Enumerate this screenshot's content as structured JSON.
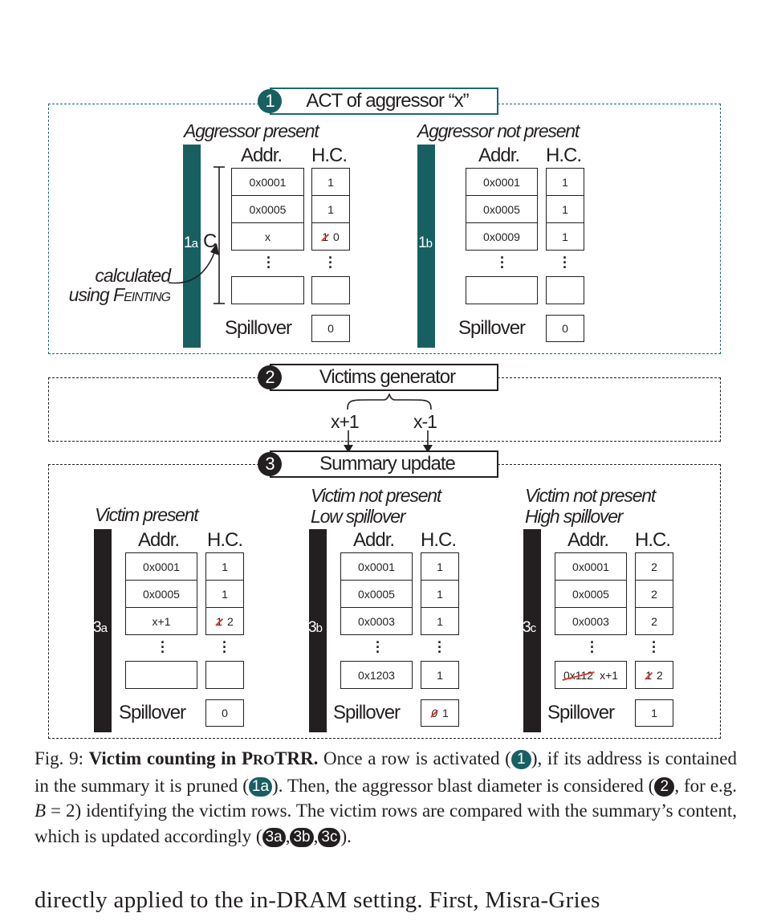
{
  "figure": {
    "stage1": {
      "badge": "1",
      "title": "ACT of aggressor “x”",
      "cases": [
        {
          "id": "1a",
          "id_num": "1",
          "id_sub": "a",
          "title": "Aggressor present",
          "addr_header": "Addr.",
          "hc_header": "H.C.",
          "rows": [
            {
              "addr": "0x0001",
              "hc": "1"
            },
            {
              "addr": "0x0005",
              "hc": "1"
            },
            {
              "addr": "x",
              "hc_old": "1",
              "hc": "0"
            }
          ],
          "last_row": {
            "addr": "",
            "hc": ""
          },
          "spillover_label": "Spillover",
          "spillover": "0",
          "capacity_label": "C",
          "annotation_line1": "calculated",
          "annotation_line2_prefix": "using F",
          "annotation_line2_smallcaps": "EINTING"
        },
        {
          "id": "1b",
          "id_num": "1",
          "id_sub": "b",
          "title": "Aggressor not present",
          "addr_header": "Addr.",
          "hc_header": "H.C.",
          "rows": [
            {
              "addr": "0x0001",
              "hc": "1"
            },
            {
              "addr": "0x0005",
              "hc": "1"
            },
            {
              "addr": "0x0009",
              "hc": "1"
            }
          ],
          "last_row": {
            "addr": "",
            "hc": ""
          },
          "spillover_label": "Spillover",
          "spillover": "0"
        }
      ]
    },
    "stage2": {
      "badge": "2",
      "title": "Victims generator",
      "victims": [
        "x+1",
        "x-1"
      ]
    },
    "stage3": {
      "badge": "3",
      "title": "Summary update",
      "cases": [
        {
          "id_num": "3",
          "id_sub": "a",
          "title_line1": "Victim present",
          "title_line2": "",
          "addr_header": "Addr.",
          "hc_header": "H.C.",
          "rows": [
            {
              "addr": "0x0001",
              "hc": "1"
            },
            {
              "addr": "0x0005",
              "hc": "1"
            },
            {
              "addr": "x+1",
              "hc_old": "1",
              "hc": "2"
            }
          ],
          "last_row": {
            "addr": "",
            "hc": ""
          },
          "spillover_label": "Spillover",
          "spillover": "0"
        },
        {
          "id_num": "3",
          "id_sub": "b",
          "title_line1": "Victim not present",
          "title_line2": "Low spillover",
          "addr_header": "Addr.",
          "hc_header": "H.C.",
          "rows": [
            {
              "addr": "0x0001",
              "hc": "1"
            },
            {
              "addr": "0x0005",
              "hc": "1"
            },
            {
              "addr": "0x0003",
              "hc": "1"
            }
          ],
          "last_row": {
            "addr": "0x1203",
            "hc": "1"
          },
          "spillover_label": "Spillover",
          "spillover_old": "0",
          "spillover": "1"
        },
        {
          "id_num": "3",
          "id_sub": "c",
          "title_line1": "Victim not present",
          "title_line2": "High spillover",
          "addr_header": "Addr.",
          "hc_header": "H.C.",
          "rows": [
            {
              "addr": "0x0001",
              "hc": "2"
            },
            {
              "addr": "0x0005",
              "hc": "2"
            },
            {
              "addr": "0x0003",
              "hc": "2"
            }
          ],
          "last_row": {
            "addr_old": "0x112",
            "addr": "x+1",
            "hc_old": "1",
            "hc": "2"
          },
          "spillover_label": "Spillover",
          "spillover": "1"
        }
      ]
    }
  },
  "caption": {
    "fig_label": "Fig. 9:",
    "bold_title_a": "Victim counting in P",
    "bold_title_smallcaps": "RO",
    "bold_title_b": "TRR.",
    "s1": "Once a row is activated (",
    "b1": "1",
    "s2": "), if its address is contained in the summary it is pruned (",
    "b1a": "1a",
    "s3": "). Then, the aggressor blast diameter is considered (",
    "b2": "2",
    "s4": ", for e.g. ",
    "var_b": "B",
    "s5": " = 2) identifying the victim rows. The victim rows are compared with the summary’s content, which is updated accordingly (",
    "b3a": "3a",
    "comma1": ",",
    "b3b": "3b",
    "comma2": ",",
    "b3c": "3c",
    "s6": ")."
  },
  "body_text": "directly applied to the in-DRAM setting. First, Misra-Gries",
  "colors": {
    "teal": "#185f62",
    "black": "#231f20",
    "strike_red": "#e2382b"
  }
}
